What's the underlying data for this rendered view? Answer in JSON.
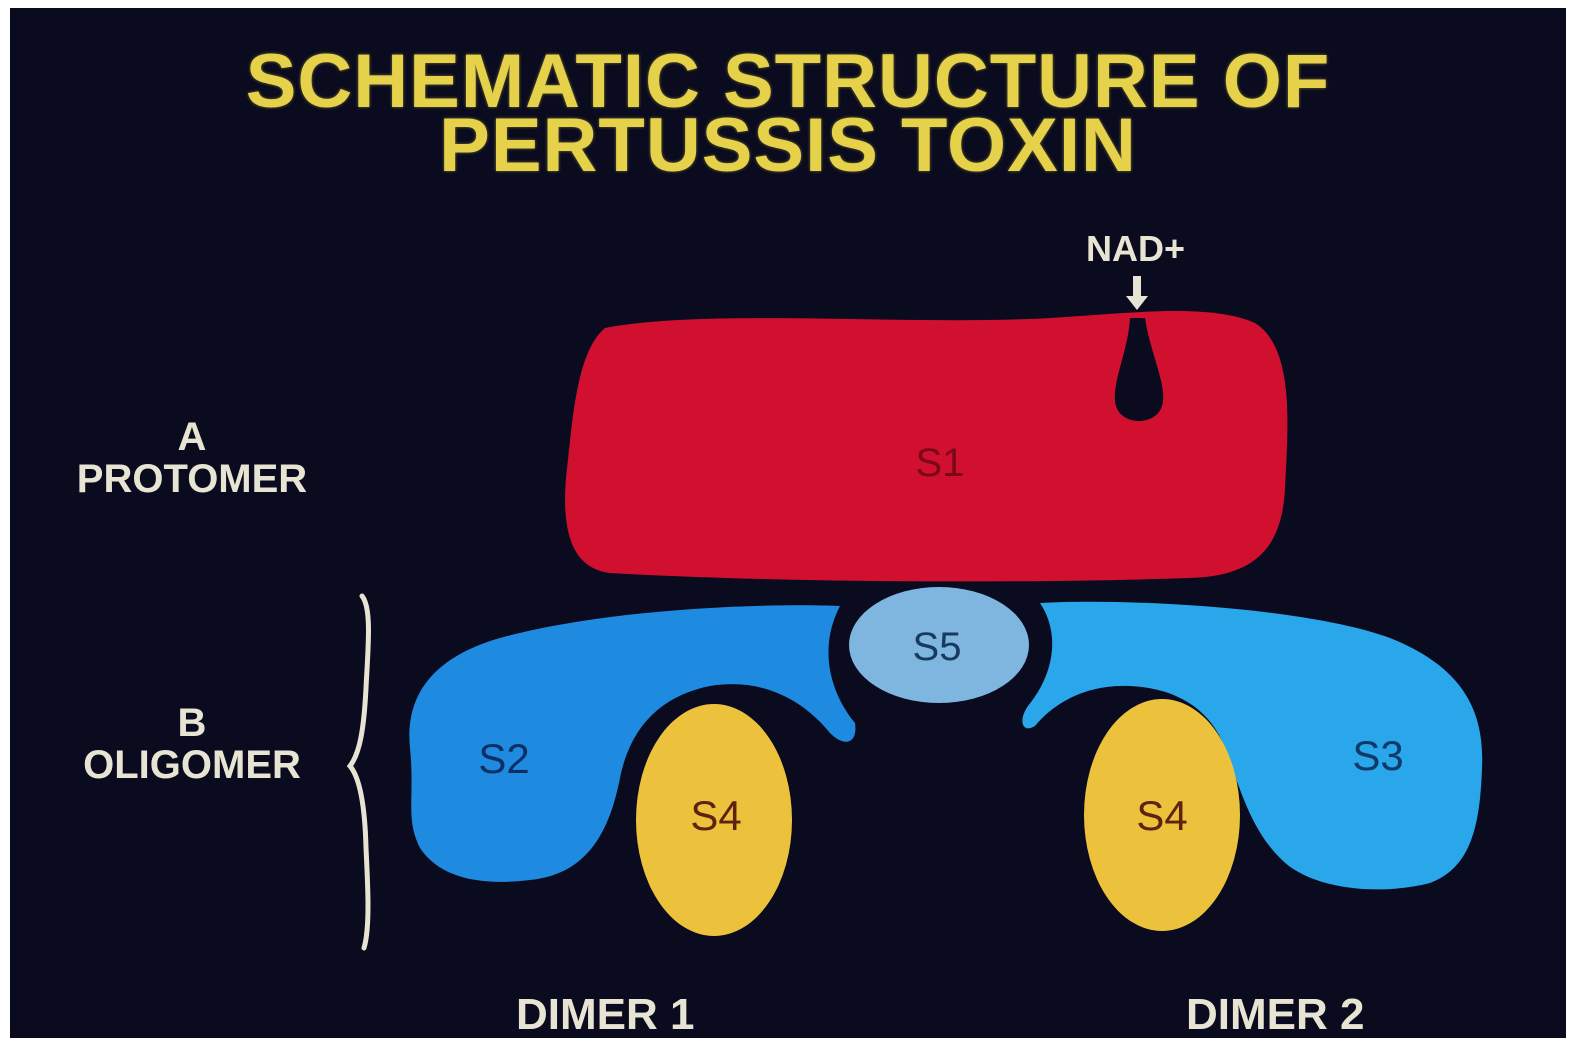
{
  "title": {
    "line1": "SCHEMATIC STRUCTURE OF",
    "line2": "PERTUSSIS TOXIN"
  },
  "labels": {
    "a_line1": "A",
    "a_line2": "PROTOMER",
    "b_line1": "B",
    "b_line2": "OLIGOMER",
    "nad": "NAD+",
    "dimer1": "DIMER 1",
    "dimer2": "DIMER 2"
  },
  "subunits": {
    "s1": "S1",
    "s2": "S2",
    "s3": "S3",
    "s4_left": "S4",
    "s4_right": "S4",
    "s5": "S5"
  },
  "colors": {
    "background": "#0a0b1e",
    "title": "#e6d24a",
    "s1_red": "#d0102e",
    "s2_blue": "#1f8be0",
    "s3_blue": "#2aa6ea",
    "s4_yellow": "#ecc23c",
    "s5_lightblue": "#7fb6e0"
  }
}
